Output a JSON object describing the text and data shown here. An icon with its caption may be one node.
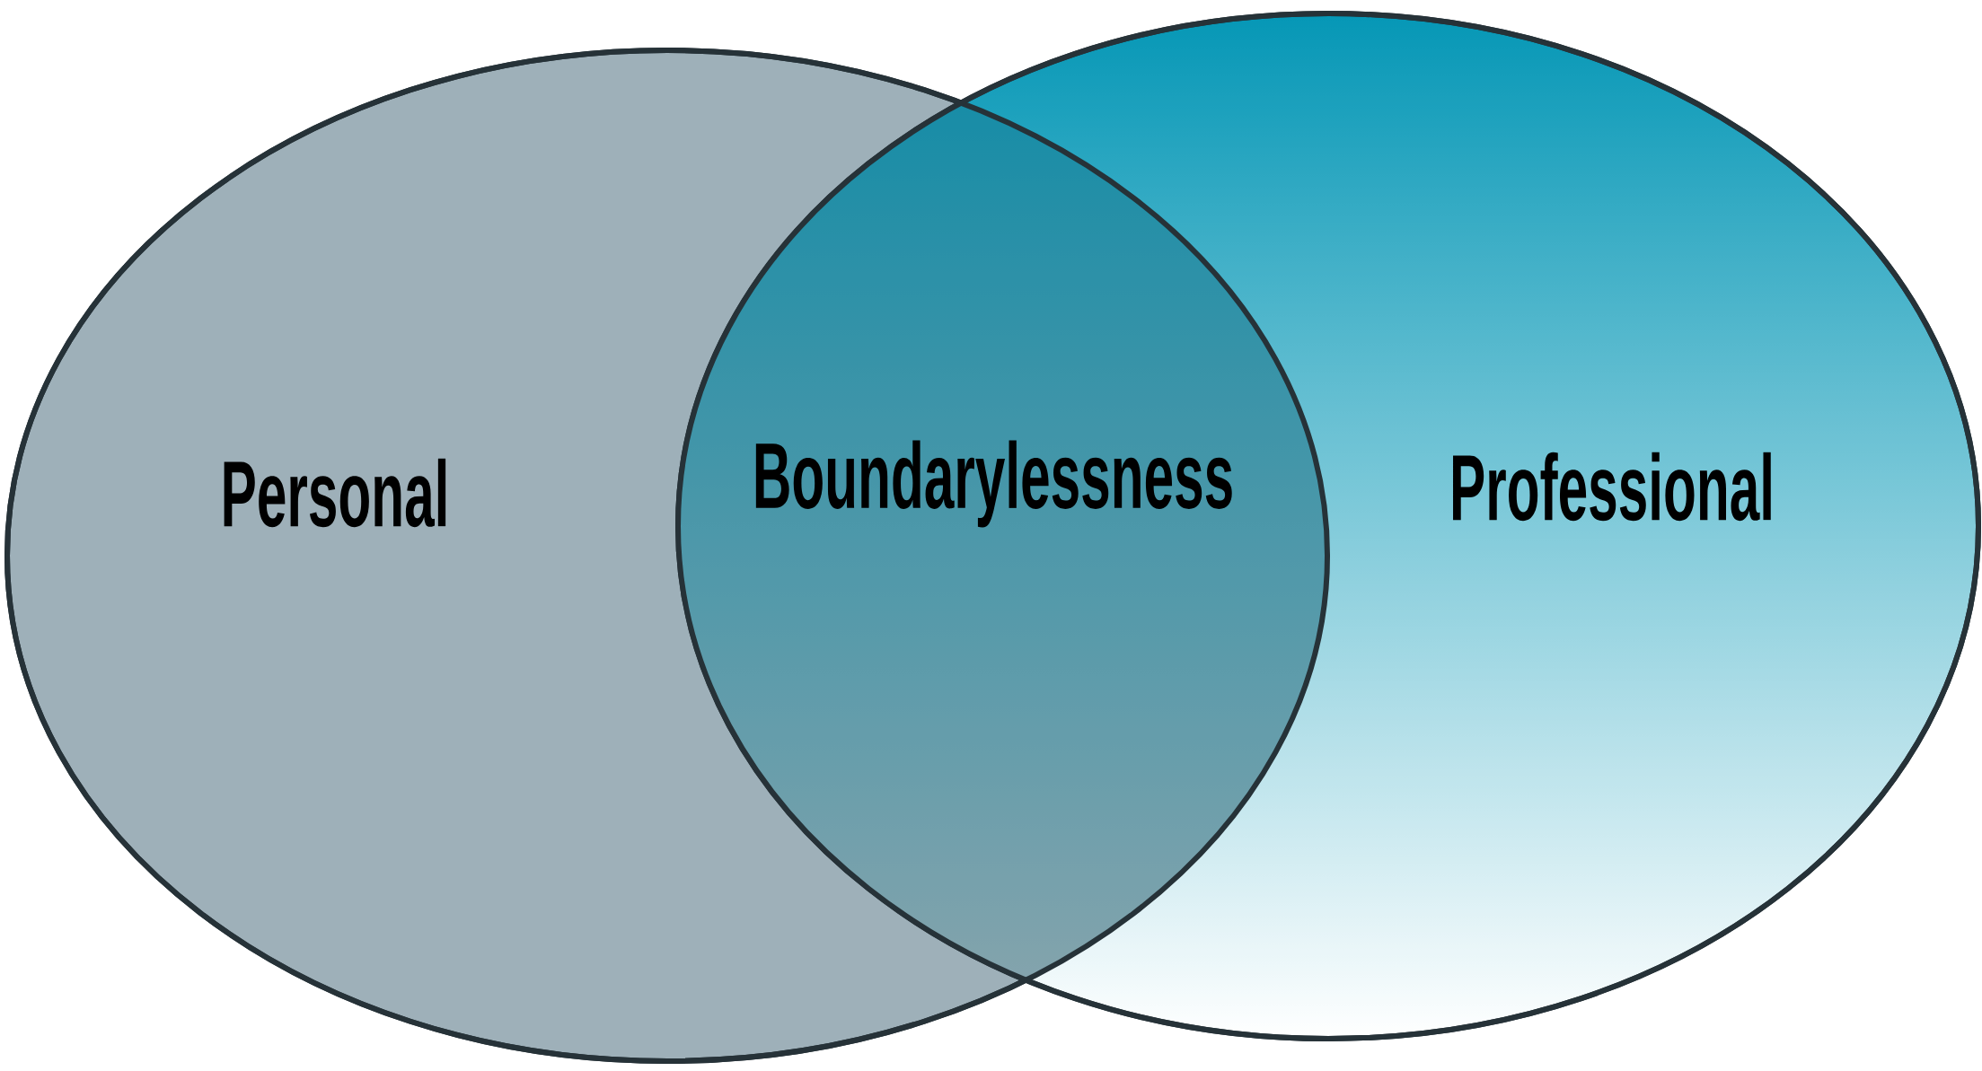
{
  "diagram": {
    "nodes": [
      {
        "text": [
          "Personal"
        ]
      },
      {
        "text": [
          "Professional"
        ]
      }
    ],
    "labels": [
      "Boundarylessness"
    ]
  }
}
